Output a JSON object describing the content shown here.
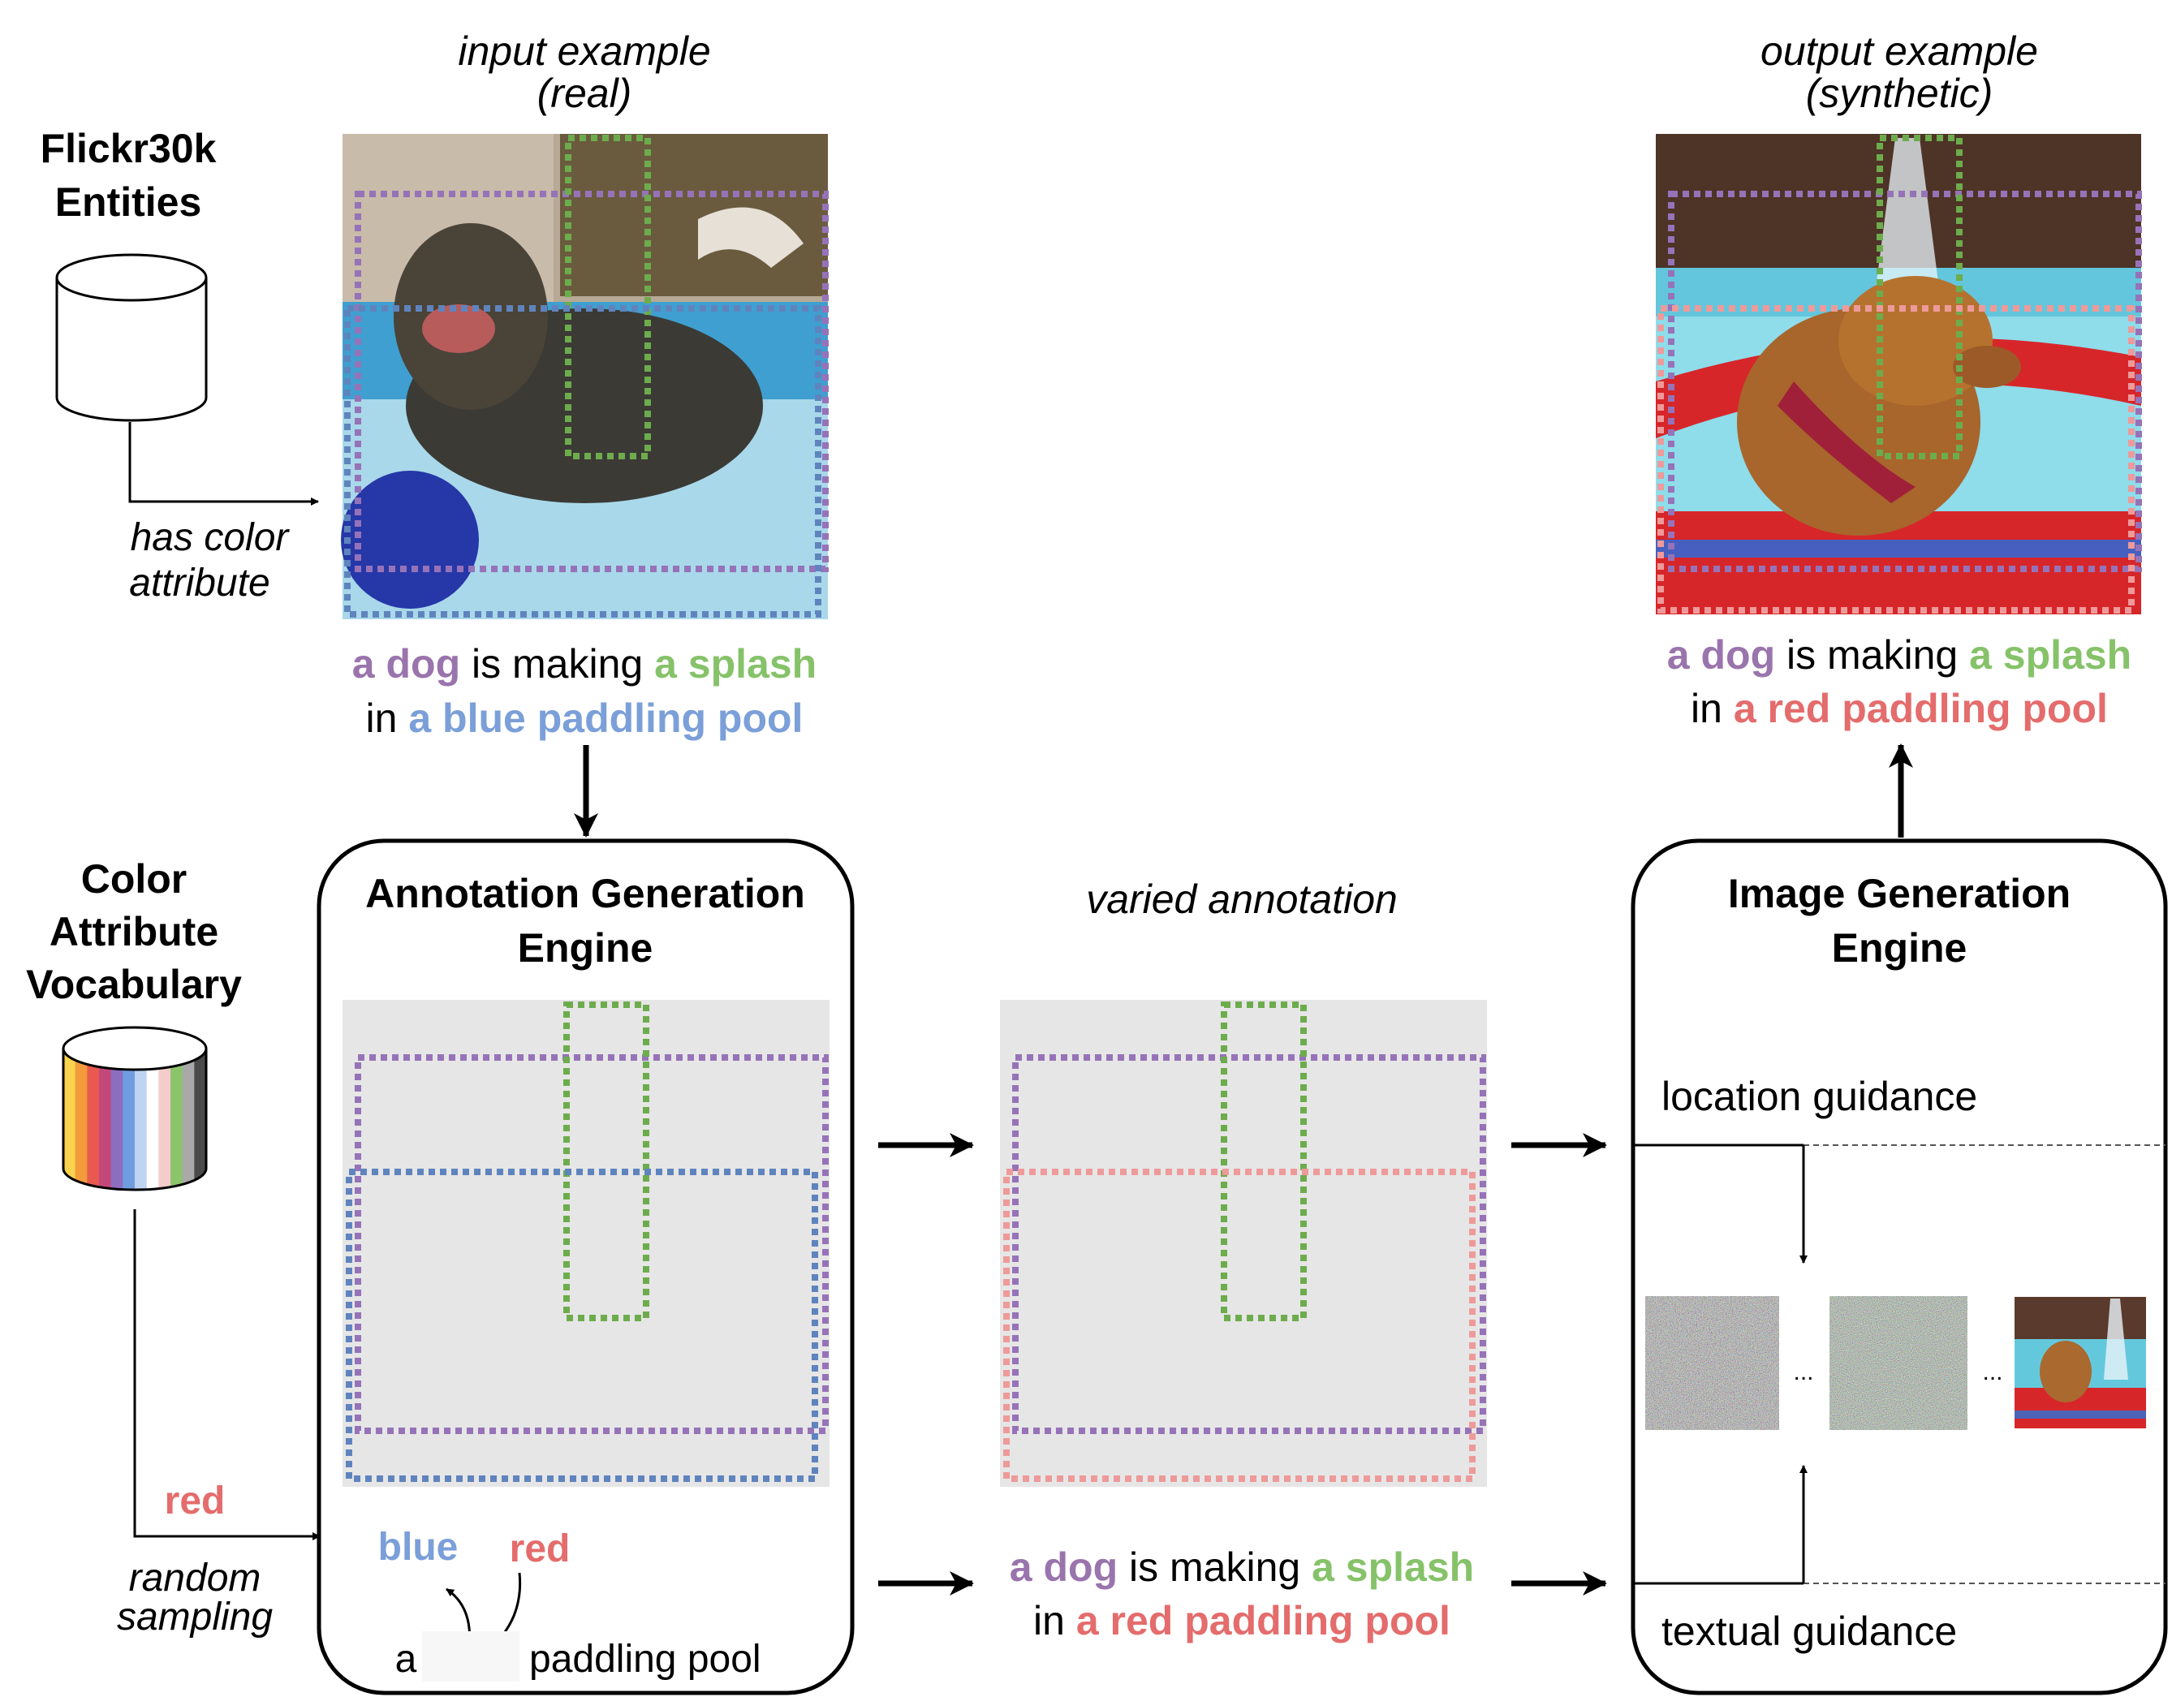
{
  "colors": {
    "purple": "#9a74ac",
    "green": "#86c269",
    "blue": "#7b9fd8",
    "red": "#e46c6c",
    "box_purple": "#9673b8",
    "box_green": "#6dac4d",
    "box_blue": "#5f84bd",
    "box_red": "#ee9a9a",
    "canvas_gray": "#e6e6e6"
  },
  "sources": {
    "flickr": {
      "line1": "Flickr30k",
      "line2": "Entities"
    },
    "flickr_filter": {
      "line1": "has color",
      "line2": "attribute"
    },
    "vocab": {
      "line1": "Color",
      "line2": "Attribute",
      "line3": "Vocabulary"
    },
    "vocab_stripes": [
      "#f9d24e",
      "#f39a3b",
      "#e8594f",
      "#c2487a",
      "#8c6ec0",
      "#6f9ee0",
      "#bfd4f2",
      "#ffffff",
      "#f5cccc",
      "#8cc46c",
      "#a9a9a9",
      "#4a4a4a"
    ],
    "sampled_word": "red",
    "sampling_label": {
      "line1": "random",
      "line2": "sampling"
    }
  },
  "input_example": {
    "title": {
      "line1": "input example",
      "line2": "(real)"
    },
    "caption": {
      "line1": [
        "a dog",
        " is making ",
        "a splash"
      ],
      "line2": [
        "in ",
        "a blue paddling pool"
      ]
    }
  },
  "output_example": {
    "title": {
      "line1": "output example",
      "line2": "(synthetic)"
    },
    "caption": {
      "line1": [
        "a dog",
        " is making ",
        "a splash"
      ],
      "line2": [
        "in ",
        "a red paddling pool"
      ]
    }
  },
  "annotation_engine": {
    "title_line1": "Annotation Generation",
    "title_line2": "Engine",
    "word_old": "blue",
    "word_new": "red",
    "template_left": "a",
    "template_right": "paddling pool"
  },
  "varied": {
    "label": "varied annotation",
    "caption": {
      "line1": [
        "a dog",
        " is making ",
        "a splash"
      ],
      "line2": [
        "in ",
        "a red paddling pool"
      ]
    }
  },
  "image_engine": {
    "title_line1": "Image Generation",
    "title_line2": "Engine",
    "location_label": "location guidance",
    "textual_label": "textual guidance",
    "ellipsis_1": "...",
    "ellipsis_2": "..."
  }
}
